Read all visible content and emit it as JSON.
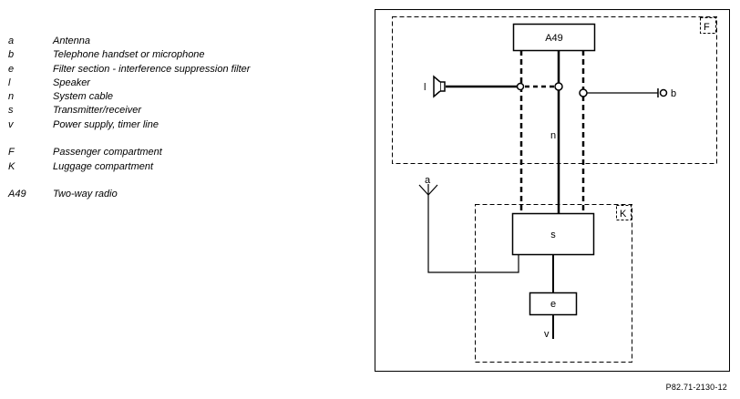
{
  "legend": {
    "group1": [
      {
        "key": "a",
        "desc": "Antenna"
      },
      {
        "key": "b",
        "desc": "Telephone handset or microphone"
      },
      {
        "key": "e",
        "desc": "Filter section - interference suppression filter"
      },
      {
        "key": "l",
        "desc": "Speaker"
      },
      {
        "key": "n",
        "desc": "System cable"
      },
      {
        "key": "s",
        "desc": "Transmitter/receiver"
      },
      {
        "key": "v",
        "desc": "Power supply, timer line"
      }
    ],
    "group2": [
      {
        "key": "F",
        "desc": "Passenger compartment"
      },
      {
        "key": "K",
        "desc": "Luggage compartment"
      }
    ],
    "group3": [
      {
        "key": "A49",
        "desc": "Two-way radio"
      }
    ]
  },
  "diagram": {
    "zone_f_label": "F",
    "zone_k_label": "K",
    "radio_label": "A49",
    "transceiver_label": "s",
    "filter_label": "e",
    "speaker_label": "l",
    "handset_label": "b",
    "cable_label": "n",
    "antenna_label": "a",
    "power_label": "v"
  },
  "figure_code": "P82.71-2130-12"
}
